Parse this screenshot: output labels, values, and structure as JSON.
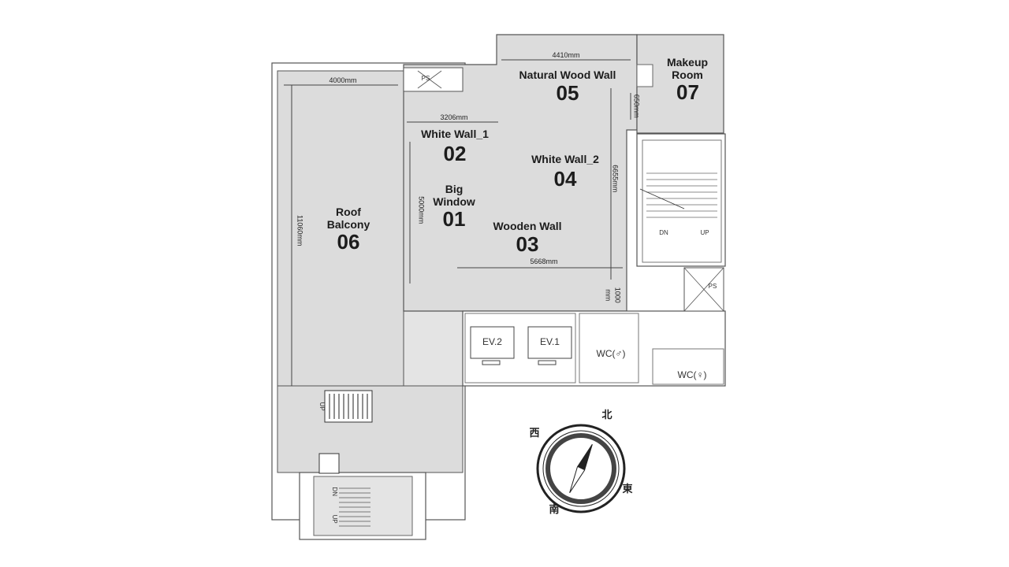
{
  "rooms": [
    {
      "id": "01",
      "name": "Big\nWindow",
      "name_l1": "Big",
      "name_l2": "Window",
      "number": "01"
    },
    {
      "id": "02",
      "name": "White Wall_1",
      "number": "02"
    },
    {
      "id": "03",
      "name": "Wooden Wall",
      "number": "03"
    },
    {
      "id": "04",
      "name": "White Wall_2",
      "number": "04"
    },
    {
      "id": "05",
      "name": "Natural Wood Wall",
      "number": "05"
    },
    {
      "id": "06",
      "name_l1": "Roof",
      "name_l2": "Balcony",
      "number": "06"
    },
    {
      "id": "07",
      "name_l1": "Makeup",
      "name_l2": "Room",
      "number": "07"
    }
  ],
  "dimensions": {
    "balcony_width": "4000mm",
    "balcony_length": "11060mm",
    "wood_wall_width": "4410mm",
    "white_wall_1_width": "3206mm",
    "window_height": "5000mm",
    "white_wall_2_length": "6655mm",
    "wooden_wall_width": "5668mm",
    "makeup_gap": "650mm",
    "corridor_gap_l1": "1000",
    "corridor_gap_l2": "mm"
  },
  "facilities": {
    "ev2": "EV.2",
    "ev1": "EV.1",
    "wc_male": "WC(♂)",
    "wc_female": "WC(♀)",
    "ps": "PS",
    "ps_top": "PS",
    "stair_dn": "DN",
    "stair_up": "UP",
    "stair2_up": "UP",
    "stair3_dn": "DN",
    "stair3_up": "UP"
  },
  "compass": {
    "north": "北",
    "east": "東",
    "south": "南",
    "west": "西",
    "north_arrow_rotation_deg": 25
  }
}
